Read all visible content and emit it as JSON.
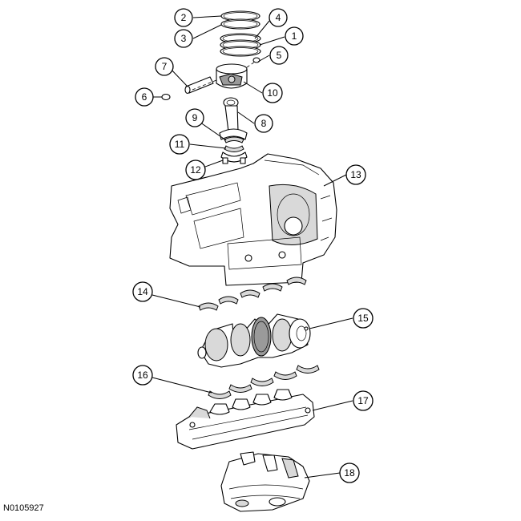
{
  "callouts": [
    {
      "num": "1",
      "part": "piston-ring-lower"
    },
    {
      "num": "2",
      "part": "piston-ring-top"
    },
    {
      "num": "3",
      "part": "piston-ring-top-expander"
    },
    {
      "num": "4",
      "part": "piston-ring-middle"
    },
    {
      "num": "5",
      "part": "piston-pin-retainer-right"
    },
    {
      "num": "6",
      "part": "piston-pin-retainer-left"
    },
    {
      "num": "7",
      "part": "piston-pin"
    },
    {
      "num": "8",
      "part": "connecting-rod"
    },
    {
      "num": "9",
      "part": "connecting-rod-bearing-upper"
    },
    {
      "num": "10",
      "part": "piston"
    },
    {
      "num": "11",
      "part": "connecting-rod-bearing-lower"
    },
    {
      "num": "12",
      "part": "connecting-rod-cap"
    },
    {
      "num": "13",
      "part": "cylinder-block"
    },
    {
      "num": "14",
      "part": "crankshaft-main-bearings-upper"
    },
    {
      "num": "15",
      "part": "crankshaft"
    },
    {
      "num": "16",
      "part": "crankshaft-main-bearings-lower"
    },
    {
      "num": "17",
      "part": "lower-cylinder-block"
    },
    {
      "num": "18",
      "part": "oil-pan"
    }
  ],
  "reference_code": "N0105927"
}
